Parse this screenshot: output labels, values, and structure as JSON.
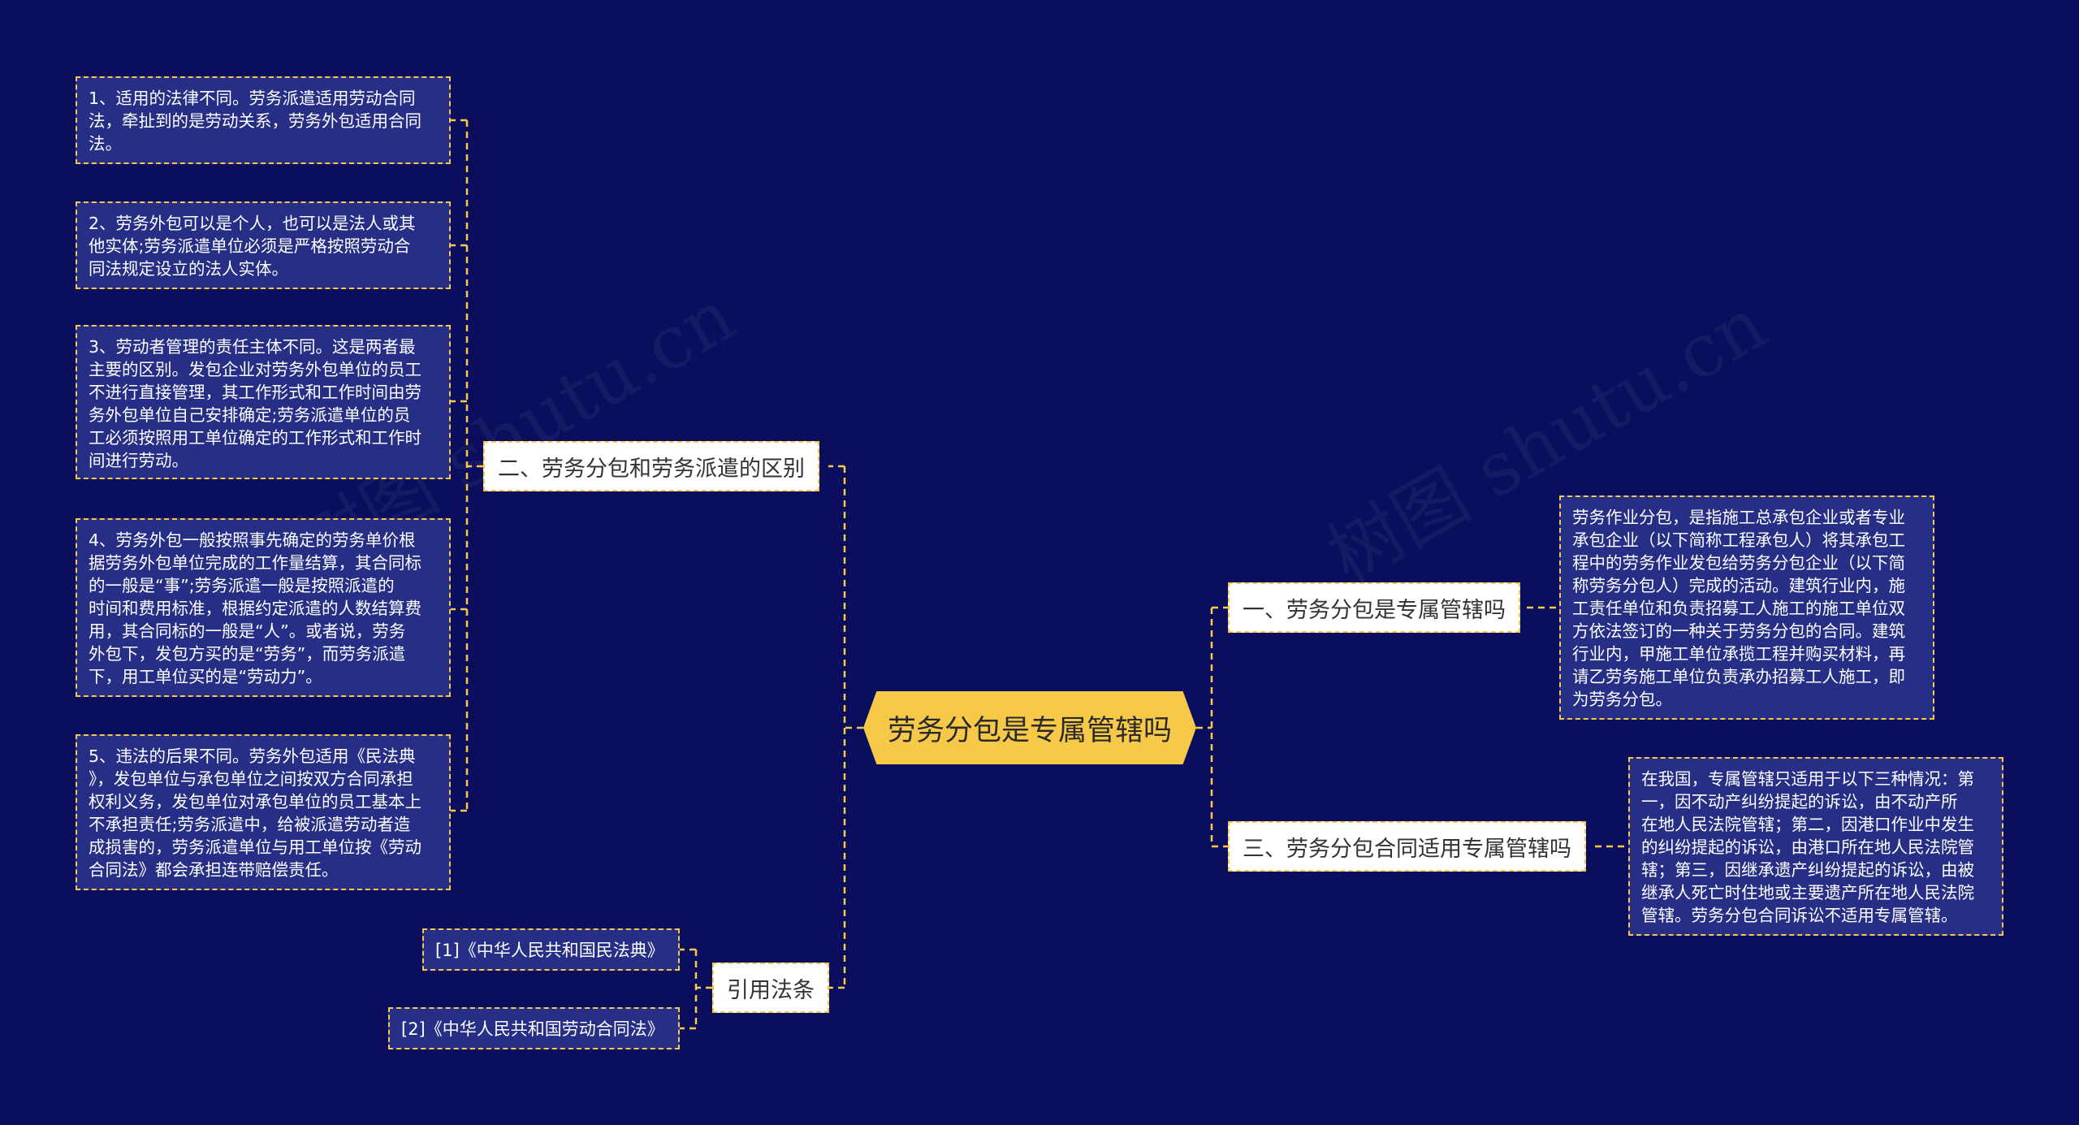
{
  "root": {
    "label": "劳务分包是专属管辖吗"
  },
  "branches": {
    "b1": {
      "label": "一、劳务分包是专属管辖吗"
    },
    "b2": {
      "label": "二、劳务分包和劳务派遣的区别"
    },
    "b3": {
      "label": "三、劳务分包合同适用专属管辖吗"
    },
    "b4": {
      "label": "引用法条"
    }
  },
  "leaves": {
    "l1": {
      "lines": [
        "1、适用的法律不同。劳务派遣适用劳动合同",
        "法，牵扯到的是劳动关系，劳务外包适用合同",
        "法。"
      ]
    },
    "l2": {
      "lines": [
        "2、劳务外包可以是个人，也可以是法人或其",
        "他实体;劳务派遣单位必须是严格按照劳动合",
        "同法规定设立的法人实体。"
      ]
    },
    "l3": {
      "lines": [
        "3、劳动者管理的责任主体不同。这是两者最",
        "主要的区别。发包企业对劳务外包单位的员工",
        "不进行直接管理，其工作形式和工作时间由劳",
        "务外包单位自己安排确定;劳务派遣单位的员",
        "工必须按照用工单位确定的工作形式和工作时",
        "间进行劳动。"
      ]
    },
    "l4": {
      "lines": [
        "4、劳务外包一般按照事先确定的劳务单价根",
        "据劳务外包单位完成的工作量结算，其合同标",
        "的一般是“事”;劳务派遣一般是按照派遣的",
        "时间和费用标准，根据约定派遣的人数结算费",
        "用，其合同标的一般是“人”。或者说，劳务",
        "外包下，发包方买的是“劳务”，而劳务派遣",
        "下，用工单位买的是“劳动力”。"
      ]
    },
    "l5": {
      "lines": [
        "5、违法的后果不同。劳务外包适用《民法典",
        "》，发包单位与承包单位之间按双方合同承担",
        "权利义务，发包单位对承包单位的员工基本上",
        "不承担责任;劳务派遣中，给被派遣劳动者造",
        "成损害的，劳务派遣单位与用工单位按《劳动",
        "合同法》都会承担连带赔偿责任。"
      ]
    },
    "l6": {
      "lines": [
        "劳务作业分包，是指施工总承包企业或者专业",
        "承包企业（以下简称工程承包人）将其承包工",
        "程中的劳务作业发包给劳务分包企业（以下简",
        "称劳务分包人）完成的活动。建筑行业内，施",
        "工责任单位和负责招募工人施工的施工单位双",
        "方依法签订的一种关于劳务分包的合同。建筑",
        "行业内，甲施工单位承揽工程并购买材料，再",
        "请乙劳务施工单位负责承办招募工人施工，即",
        "为劳务分包。"
      ]
    },
    "l7": {
      "lines": [
        "在我国，专属管辖只适用于以下三种情况：第",
        "一，因不动产纠纷提起的诉讼，由不动产所",
        "在地人民法院管辖；第二，因港口作业中发生",
        "的纠纷提起的诉讼，由港口所在地人民法院管",
        "辖；第三，因继承遗产纠纷提起的诉讼，由被",
        "继承人死亡时住地或主要遗产所在地人民法院",
        "管辖。劳务分包合同诉讼不适用专属管辖。"
      ]
    }
  },
  "refs": {
    "r1": {
      "label": "[1]《中华人民共和国民法典》"
    },
    "r2": {
      "label": "[2]《中华人民共和国劳动合同法》"
    }
  },
  "colors": {
    "background": "#0a0e5c",
    "accent": "#f7c948",
    "leaf_fill": "#262f85"
  }
}
